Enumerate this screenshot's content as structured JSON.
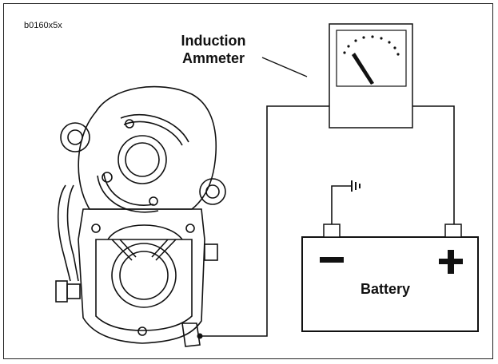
{
  "figure": {
    "reference_code": "b0160x5x",
    "ammeter_label": {
      "line1": "Induction",
      "line2": "Ammeter"
    },
    "battery_label": "Battery",
    "battery_negative_symbol": "−",
    "battery_positive_symbol": "+",
    "line_color": "#111111"
  }
}
